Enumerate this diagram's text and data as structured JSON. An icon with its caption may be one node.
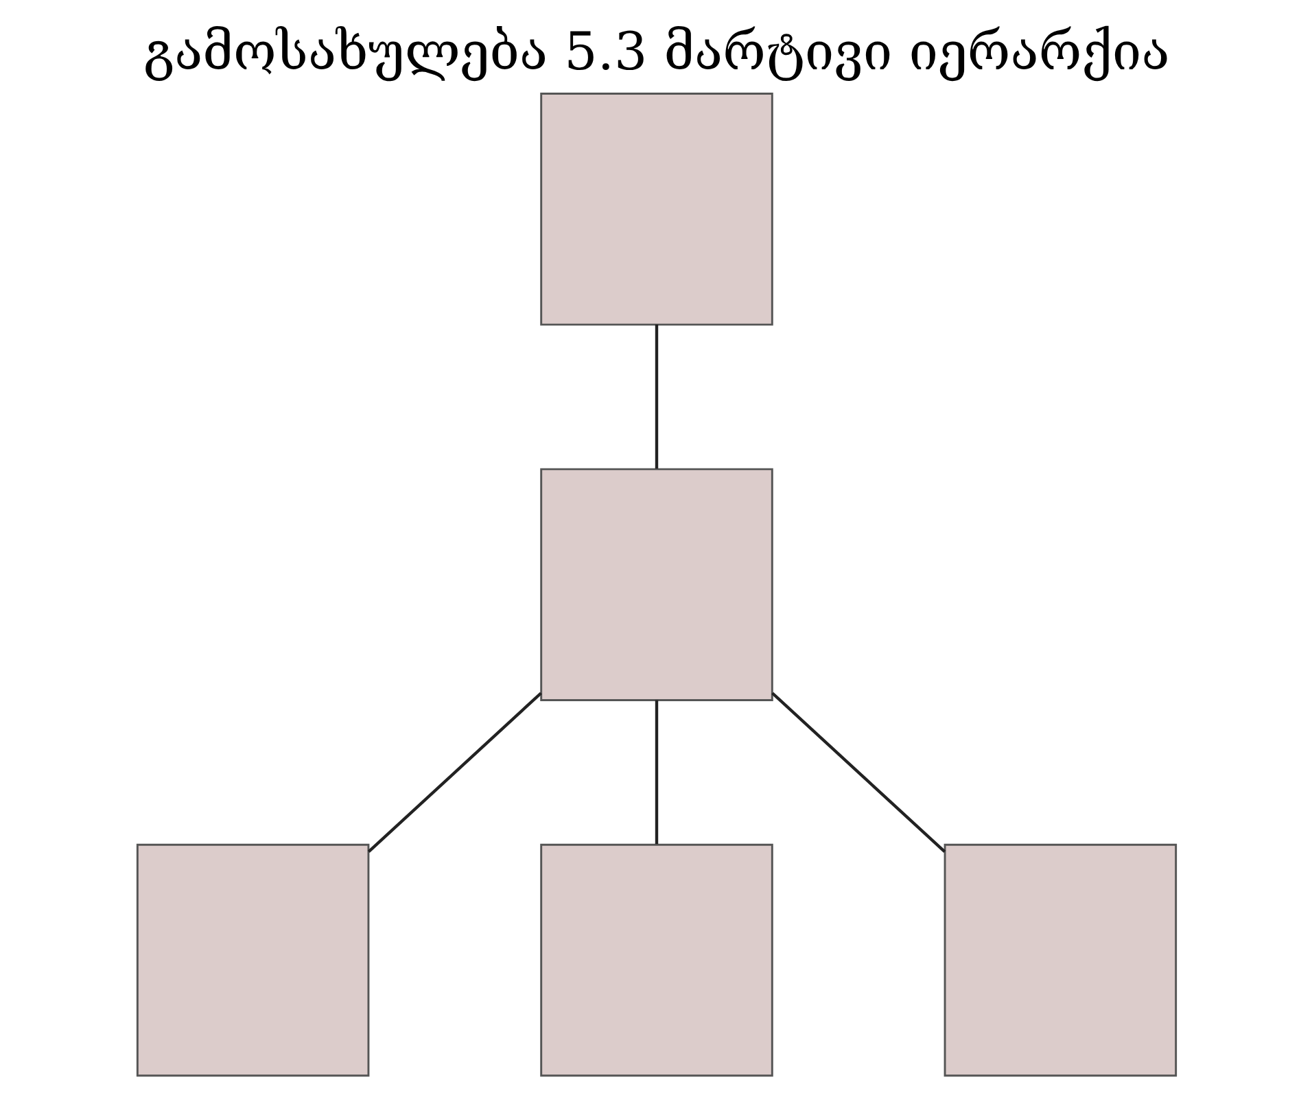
{
  "diagram": {
    "title": "გამოსახულება 5.3 მარტივი იერარქია",
    "nodes": [
      {
        "text": [],
        "shape": "box"
      },
      {
        "text": [],
        "shape": "box"
      },
      {
        "text": [],
        "shape": "box"
      },
      {
        "text": [],
        "shape": "box"
      },
      {
        "text": [],
        "shape": "box"
      }
    ],
    "edges": [
      {
        "from": 0,
        "to": 1,
        "arrow": "none"
      },
      {
        "from": 1,
        "to": 2,
        "arrow": "none"
      },
      {
        "from": 1,
        "to": 3,
        "arrow": "none"
      },
      {
        "from": 1,
        "to": 4,
        "arrow": "none"
      }
    ]
  }
}
